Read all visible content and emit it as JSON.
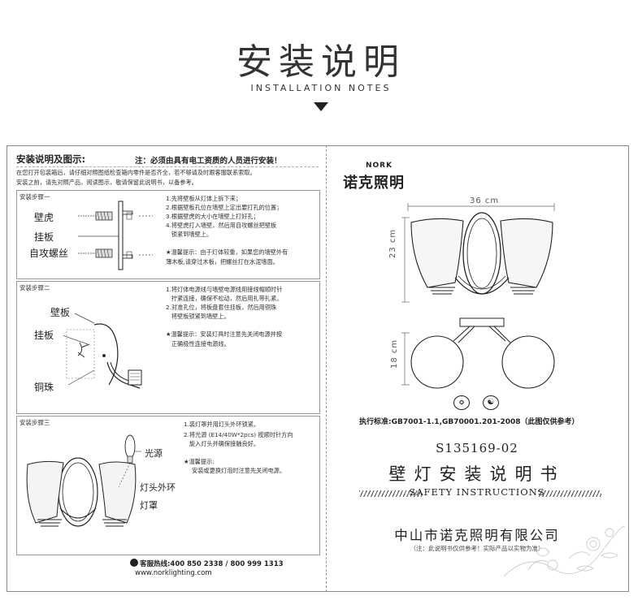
{
  "header": {
    "title_zh": "安装说明",
    "title_en": "INSTALLATION NOTES"
  },
  "left": {
    "heading": "安装说明及图示:",
    "warning": "注：必须由具有电工资质的人员进行安装！",
    "intro_line1": "在您打开包装箱后，请仔细对照图纸检查箱内零件是否齐全，若不够请及时跟客服联系索取。",
    "intro_line2": "安装之前，请先对照产品，阅读图示，敬请保留此说明书，以备参考。",
    "step1": {
      "title": "安装步骤一",
      "labels": [
        "壁虎",
        "挂板",
        "自攻螺丝"
      ],
      "instructions": [
        "1.先将壁板从灯体上拆下来；",
        "2.根据壁板孔位在墙壁上定出要打孔的位置；",
        "3.根据壁虎的大小在墙壁上打好孔；",
        "4.将壁虎打入墙壁，然后用自攻螺丝把壁板",
        "   锁紧到墙壁上。"
      ],
      "tip_line1": "★温馨提示：由于灯体较重，如果您的墙壁外有",
      "tip_line2": "薄木板,请穿过木板，把螺丝打在水泥墙面。"
    },
    "step2": {
      "title": "安装步骤二",
      "labels": [
        "壁板",
        "挂板",
        "铜珠"
      ],
      "instructions": [
        "1.将灯体电源线与墙壁电源线用接线帽顺时针",
        "   拧紧连接，确保不松动，然后用扎带扎紧。",
        "2.对准孔位，将板盘套住挂板，然后用铜珠",
        "   将壁板锁紧到墙壁上。"
      ],
      "tip_line1": "★温馨提示：安装灯具时注意先关闭电源并按",
      "tip_line2": "   正确极性连接电源线。"
    },
    "step3": {
      "title": "安装步骤三",
      "labels": [
        "光源",
        "灯头外环",
        "灯罩"
      ],
      "instructions": [
        "1.装灯罩并用灯头外环锁紧。",
        "2.将光源 (E14/40W*2pcs) 按顺时针方向",
        "   旋入灯头并确保接触良好。"
      ],
      "tip_title": "★温馨提示:",
      "tip_line1": "安装或更换灯泡时注意先关闭电源。"
    },
    "hotline": "客服热线:400 850 2338 / 800 999 1313",
    "website": "www.norklighting.com"
  },
  "right": {
    "brand_en": "NORK",
    "brand_zh": "诺克照明",
    "dim_width": "36 cm",
    "dim_height": "23 cm",
    "dim_depth": "18 cm",
    "standard": "执行标准:GB7001-1.1,GB70001.201-2008（此图仅供参考）",
    "model": "S135169-02",
    "product_name": "壁灯安装说明书",
    "safety": "SAFETY  INSTRUCTIONS",
    "company": "中山市诺克照明有限公司",
    "note": "（注：此说明书仅供参考！实际产品以实物为准）"
  }
}
